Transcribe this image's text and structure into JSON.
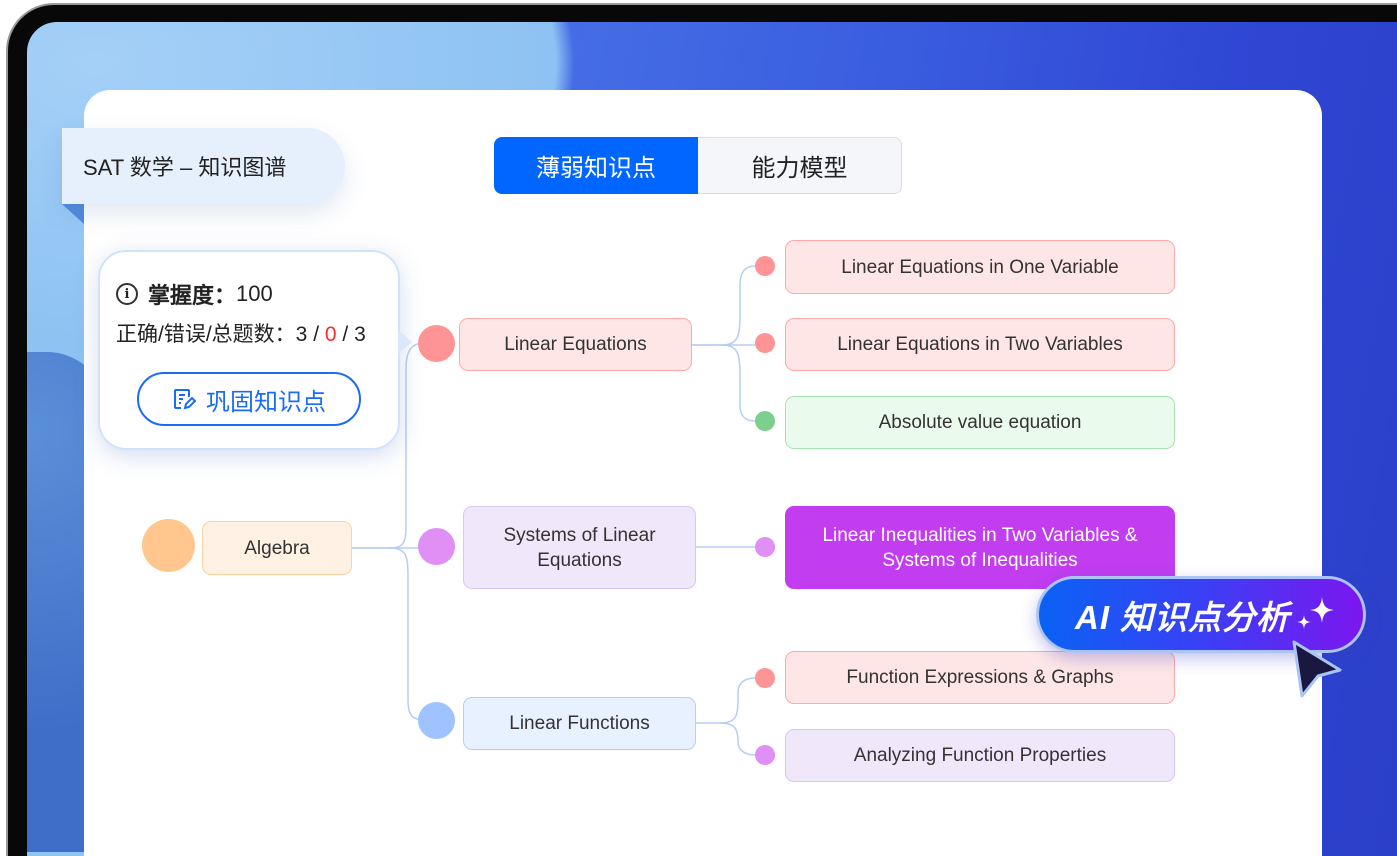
{
  "header": {
    "title": "SAT 数学 – 知识图谱"
  },
  "tabs": [
    {
      "label": "薄弱知识点",
      "active": true
    },
    {
      "label": "能力模型",
      "active": false
    }
  ],
  "mindmap": {
    "root": {
      "label": "Algebra",
      "color": "#ffc78e"
    },
    "branches": [
      {
        "label": "Linear Equations",
        "color": "#ff9496",
        "children": [
          {
            "label": "Linear Equations in One Variable",
            "status": "weak"
          },
          {
            "label": "Linear Equations in Two Variables",
            "status": "weak"
          },
          {
            "label": "Absolute value equation",
            "status": "mastered"
          }
        ]
      },
      {
        "label": "Systems of Linear Equations",
        "color": "#e08ff5",
        "children": [
          {
            "label": "Linear Inequalities in Two Variables & Systems of Inequalities",
            "status": "selected"
          }
        ]
      },
      {
        "label": "Linear Functions",
        "color": "#9ec3ff",
        "children": [
          {
            "label": "Function Expressions & Graphs",
            "status": "weak"
          },
          {
            "label": "Analyzing Function Properties",
            "status": "partial"
          }
        ]
      }
    ]
  },
  "tooltip": {
    "icon": "info-icon",
    "mastery_label": "掌握度：",
    "mastery_value": "100",
    "stats_label": "正确/错误/总题数：",
    "correct": "3",
    "wrong": "0",
    "total": "3",
    "sep": " / ",
    "button_label": "巩固知识点",
    "button_icon": "edit-note-icon"
  },
  "ai_button": {
    "label": "AI 知识点分析",
    "icon": "sparkle-icon"
  },
  "colors": {
    "accent": "#0066ff",
    "selected_node": "#c23cf0",
    "wrong": "#ff2a2a"
  }
}
